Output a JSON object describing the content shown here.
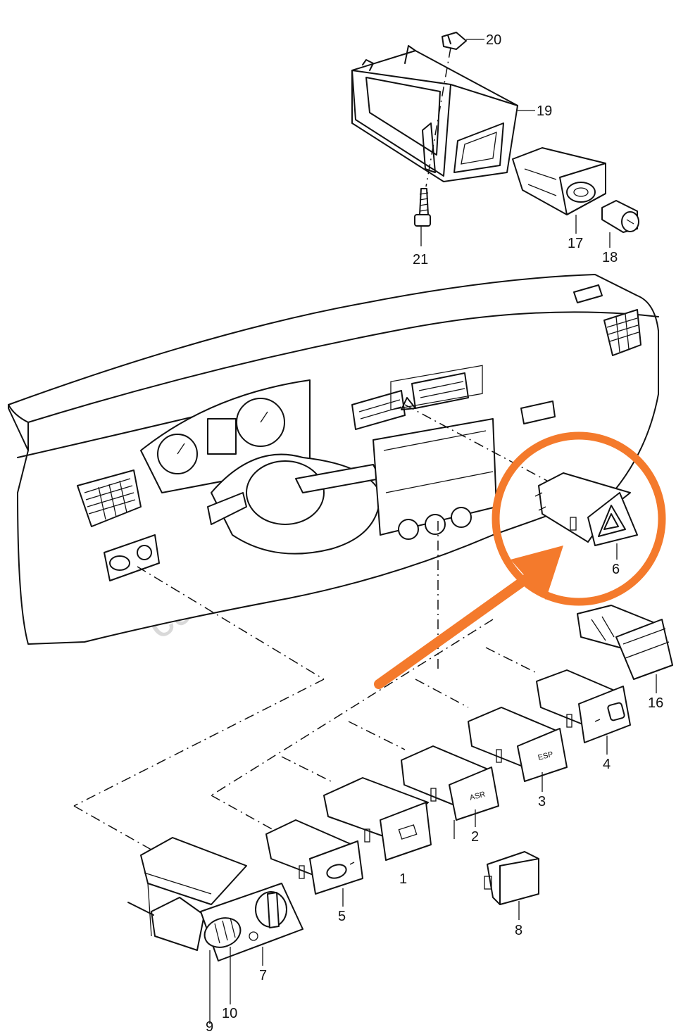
{
  "watermark": "catalogue-parts.com",
  "callouts": {
    "n1": "1",
    "n2": "2",
    "n3": "3",
    "n4": "4",
    "n5": "5",
    "n6": "6",
    "n7": "7",
    "n8": "8",
    "n9": "9",
    "n10": "10",
    "n16": "16",
    "n17": "17",
    "n18": "18",
    "n19": "19",
    "n20": "20",
    "n21": "21"
  },
  "button_labels": {
    "asr": "ASR",
    "esp": "ESP"
  },
  "highlight": {
    "color": "#f47a2c",
    "target_part": "6"
  }
}
